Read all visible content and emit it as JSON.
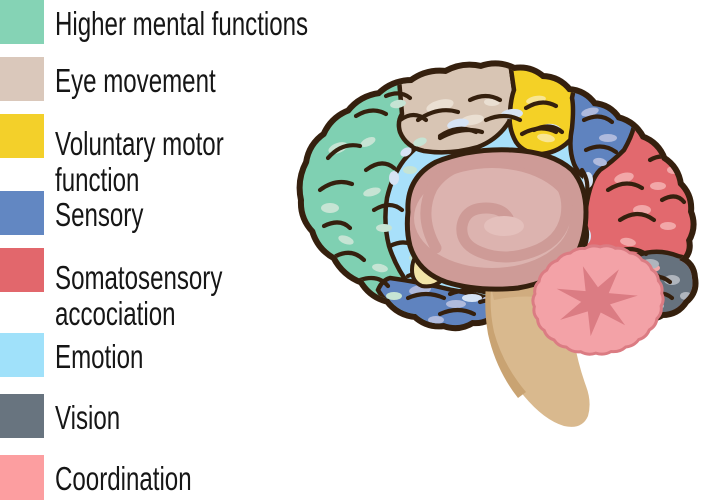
{
  "page": {
    "background": "#ffffff"
  },
  "legend": {
    "items": [
      {
        "label": "Higher mental functions",
        "color": "#85D3B5",
        "lines": [
          "Higher mental functions"
        ]
      },
      {
        "label": "Eye movement",
        "color": "#DAC8BB",
        "lines": [
          "Eye movement"
        ]
      },
      {
        "label": "Voluntary motor function",
        "color": "#F3D02A",
        "lines": [
          "Voluntary motor",
          "function"
        ]
      },
      {
        "label": "Sensory",
        "color": "#6287C2",
        "lines": [
          "Sensory"
        ]
      },
      {
        "label": "Somatosensory accociation",
        "color": "#E2676C",
        "lines": [
          "Somatosensory",
          "accociation"
        ]
      },
      {
        "label": "Emotion",
        "color": "#A0E1FA",
        "lines": [
          "Emotion"
        ]
      },
      {
        "label": "Vision",
        "color": "#68747F",
        "lines": [
          "Vision"
        ]
      },
      {
        "label": "Coordination",
        "color": "#FC9EA0",
        "lines": [
          "Coordination"
        ]
      }
    ]
  },
  "diagram": {
    "subject": "human-brain-lateral-view",
    "regions": [
      {
        "name": "higher-mental-functions"
      },
      {
        "name": "eye-movement"
      },
      {
        "name": "voluntary-motor-function"
      },
      {
        "name": "sensory"
      },
      {
        "name": "somatosensory-accociation"
      },
      {
        "name": "emotion"
      },
      {
        "name": "vision"
      },
      {
        "name": "coordination"
      }
    ]
  },
  "palette": {
    "outline": "#35200E",
    "higher_mental": "#7FD0B2",
    "higher_mental_light": "#C6E4D4",
    "eye_movement": "#D8C5B4",
    "eye_movement_light": "#EADFD2",
    "voluntary_motor": "#F4D126",
    "voluntary_motor_light": "#F8E594",
    "sensory": "#5F83BF",
    "sensory_light": "#AFBADD",
    "somatosensory": "#E2696E",
    "somatosensory_light": "#F2A7A8",
    "emotion": "#A8E0FA",
    "emotion_light": "#D6E3F4",
    "vision": "#66727E",
    "vision_light": "#AFB5BD",
    "inner_brain": "#CE9B97",
    "inner_brain_light": "#DCB3AF",
    "inner_brain_pale": "#E4C0BC",
    "pale_patch": "#F2E5A8",
    "brainstem": "#D9B98E",
    "brainstem_shadow": "#C9A372",
    "coordination": "#F3A2A7",
    "coordination_dark": "#DB7C83"
  }
}
